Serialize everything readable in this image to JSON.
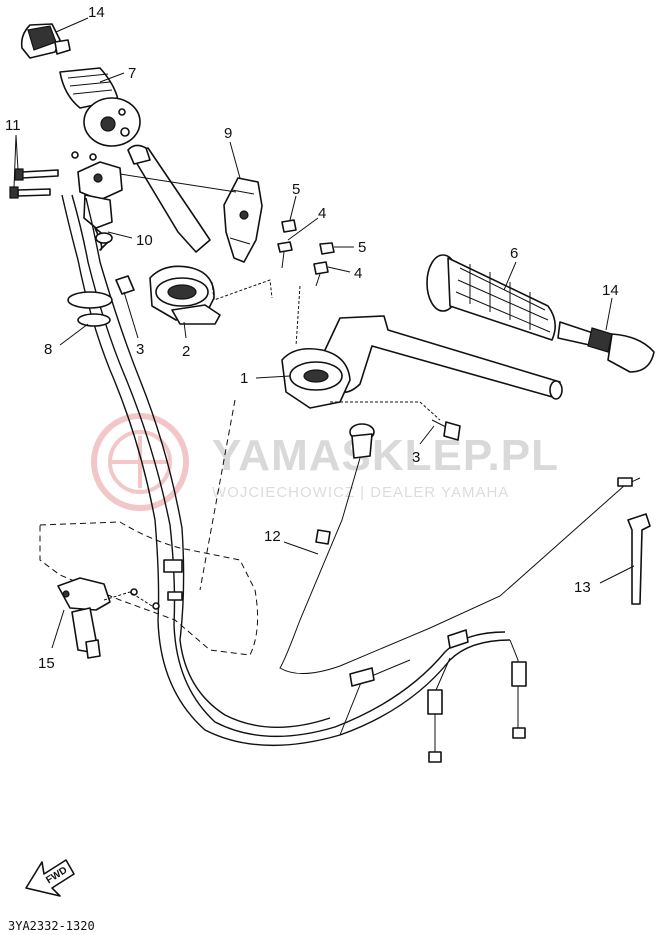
{
  "diagram": {
    "code": "3YA2332-1320",
    "arrow_label": "FWD",
    "watermark": {
      "title": "YAMASKLEP.PL",
      "subtitle": "WOJCIECHOWICZ | DEALER YAMAHA"
    },
    "callouts": [
      {
        "id": "c14a",
        "text": "14"
      },
      {
        "id": "c7",
        "text": "7"
      },
      {
        "id": "c11",
        "text": "11"
      },
      {
        "id": "c9",
        "text": "9"
      },
      {
        "id": "c5a",
        "text": "5"
      },
      {
        "id": "c4a",
        "text": "4"
      },
      {
        "id": "c5b",
        "text": "5"
      },
      {
        "id": "c4b",
        "text": "4"
      },
      {
        "id": "c10",
        "text": "10"
      },
      {
        "id": "c6",
        "text": "6"
      },
      {
        "id": "c14b",
        "text": "14"
      },
      {
        "id": "c8",
        "text": "8"
      },
      {
        "id": "c3a",
        "text": "3"
      },
      {
        "id": "c2",
        "text": "2"
      },
      {
        "id": "c1",
        "text": "1"
      },
      {
        "id": "c3b",
        "text": "3"
      },
      {
        "id": "c12",
        "text": "12"
      },
      {
        "id": "c13",
        "text": "13"
      },
      {
        "id": "c15",
        "text": "15"
      }
    ]
  }
}
